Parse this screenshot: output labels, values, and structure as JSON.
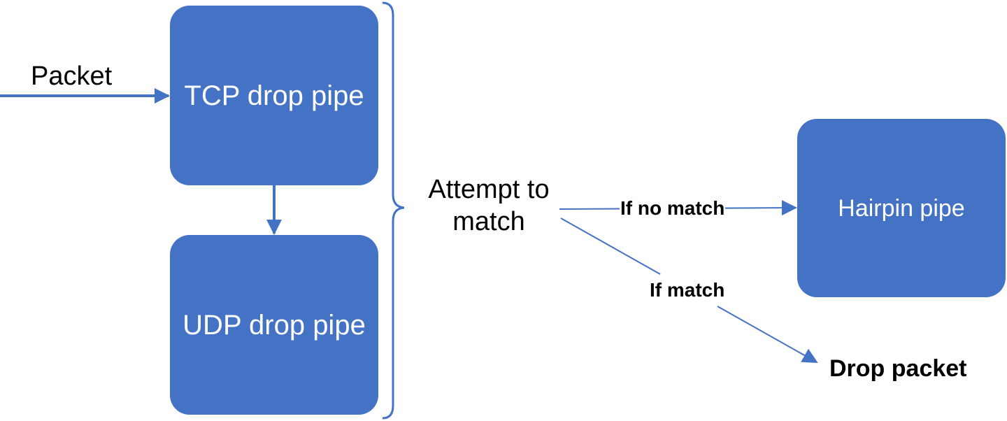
{
  "boxes": {
    "tcp": "TCP drop pipe",
    "udp": "UDP drop pipe",
    "hairpin": "Hairpin pipe"
  },
  "labels": {
    "packet": "Packet",
    "attempt": "Attempt to match",
    "if_no_match": "If no match",
    "if_match": "If match",
    "drop_packet": "Drop packet"
  },
  "colors": {
    "box_fill": "#4472C4",
    "box_text": "#FFFFFF",
    "connector": "#4472C4",
    "label_text": "#000000"
  }
}
